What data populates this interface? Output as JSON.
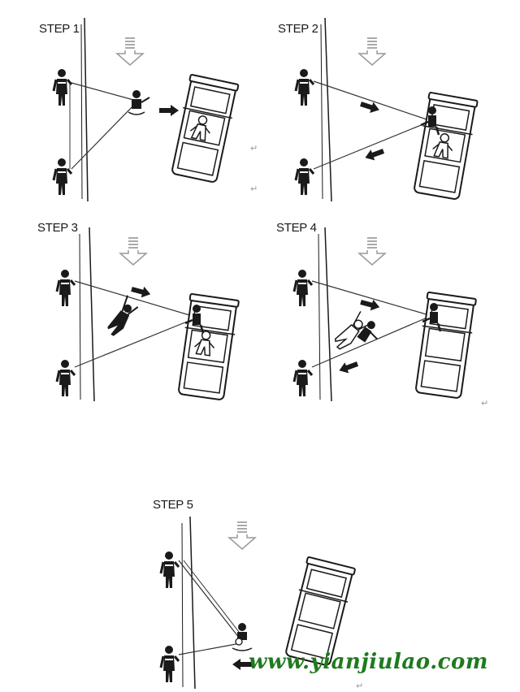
{
  "steps": [
    {
      "label": "STEP 1"
    },
    {
      "label": "STEP 2"
    },
    {
      "label": "STEP 3"
    },
    {
      "label": "STEP 4"
    },
    {
      "label": "STEP 5"
    }
  ],
  "return_mark": "↵",
  "watermark": "www.yianjiulao.com",
  "colors": {
    "ink": "#1a1a1a",
    "flow_arrow": "#aaaaaa",
    "watermark": "#1f7a1f",
    "rope": "#333333"
  }
}
